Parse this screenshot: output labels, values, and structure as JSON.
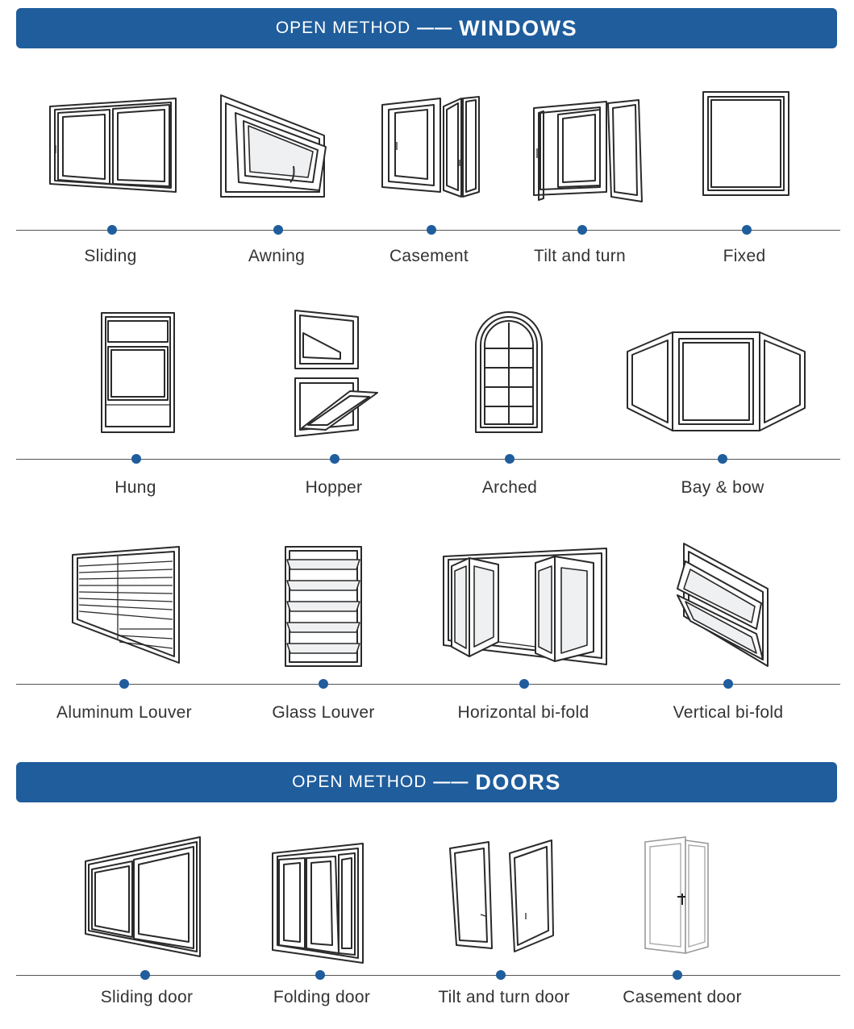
{
  "windows_banner": {
    "prefix": "OPEN METHOD",
    "dash": "——",
    "title": "WINDOWS"
  },
  "doors_banner": {
    "prefix": "OPEN METHOD",
    "dash": "——",
    "title": "DOORS"
  },
  "windows_row1": [
    {
      "label": "Sliding",
      "icon": "sliding-window-icon"
    },
    {
      "label": "Awning",
      "icon": "awning-window-icon"
    },
    {
      "label": "Casement",
      "icon": "casement-window-icon"
    },
    {
      "label": "Tilt and turn",
      "icon": "tilt-turn-window-icon"
    },
    {
      "label": "Fixed",
      "icon": "fixed-window-icon"
    }
  ],
  "windows_row2": [
    {
      "label": "Hung",
      "icon": "hung-window-icon"
    },
    {
      "label": "Hopper",
      "icon": "hopper-window-icon"
    },
    {
      "label": "Arched",
      "icon": "arched-window-icon"
    },
    {
      "label": "Bay & bow",
      "icon": "bay-bow-window-icon"
    }
  ],
  "windows_row3": [
    {
      "label": "Aluminum Louver",
      "icon": "aluminum-louver-icon"
    },
    {
      "label": "Glass Louver",
      "icon": "glass-louver-icon"
    },
    {
      "label": "Horizontal bi-fold",
      "icon": "horizontal-bifold-icon"
    },
    {
      "label": "Vertical bi-fold",
      "icon": "vertical-bifold-icon"
    }
  ],
  "doors_row": [
    {
      "label": "Sliding door",
      "icon": "sliding-door-icon"
    },
    {
      "label": "Folding door",
      "icon": "folding-door-icon"
    },
    {
      "label": "Tilt and turn door",
      "icon": "tilt-turn-door-icon"
    },
    {
      "label": "Casement door",
      "icon": "casement-door-icon"
    }
  ],
  "colors": {
    "banner": "#1f5d9c",
    "dot": "#1f5d9c",
    "line": "#555555",
    "text": "#333333"
  }
}
